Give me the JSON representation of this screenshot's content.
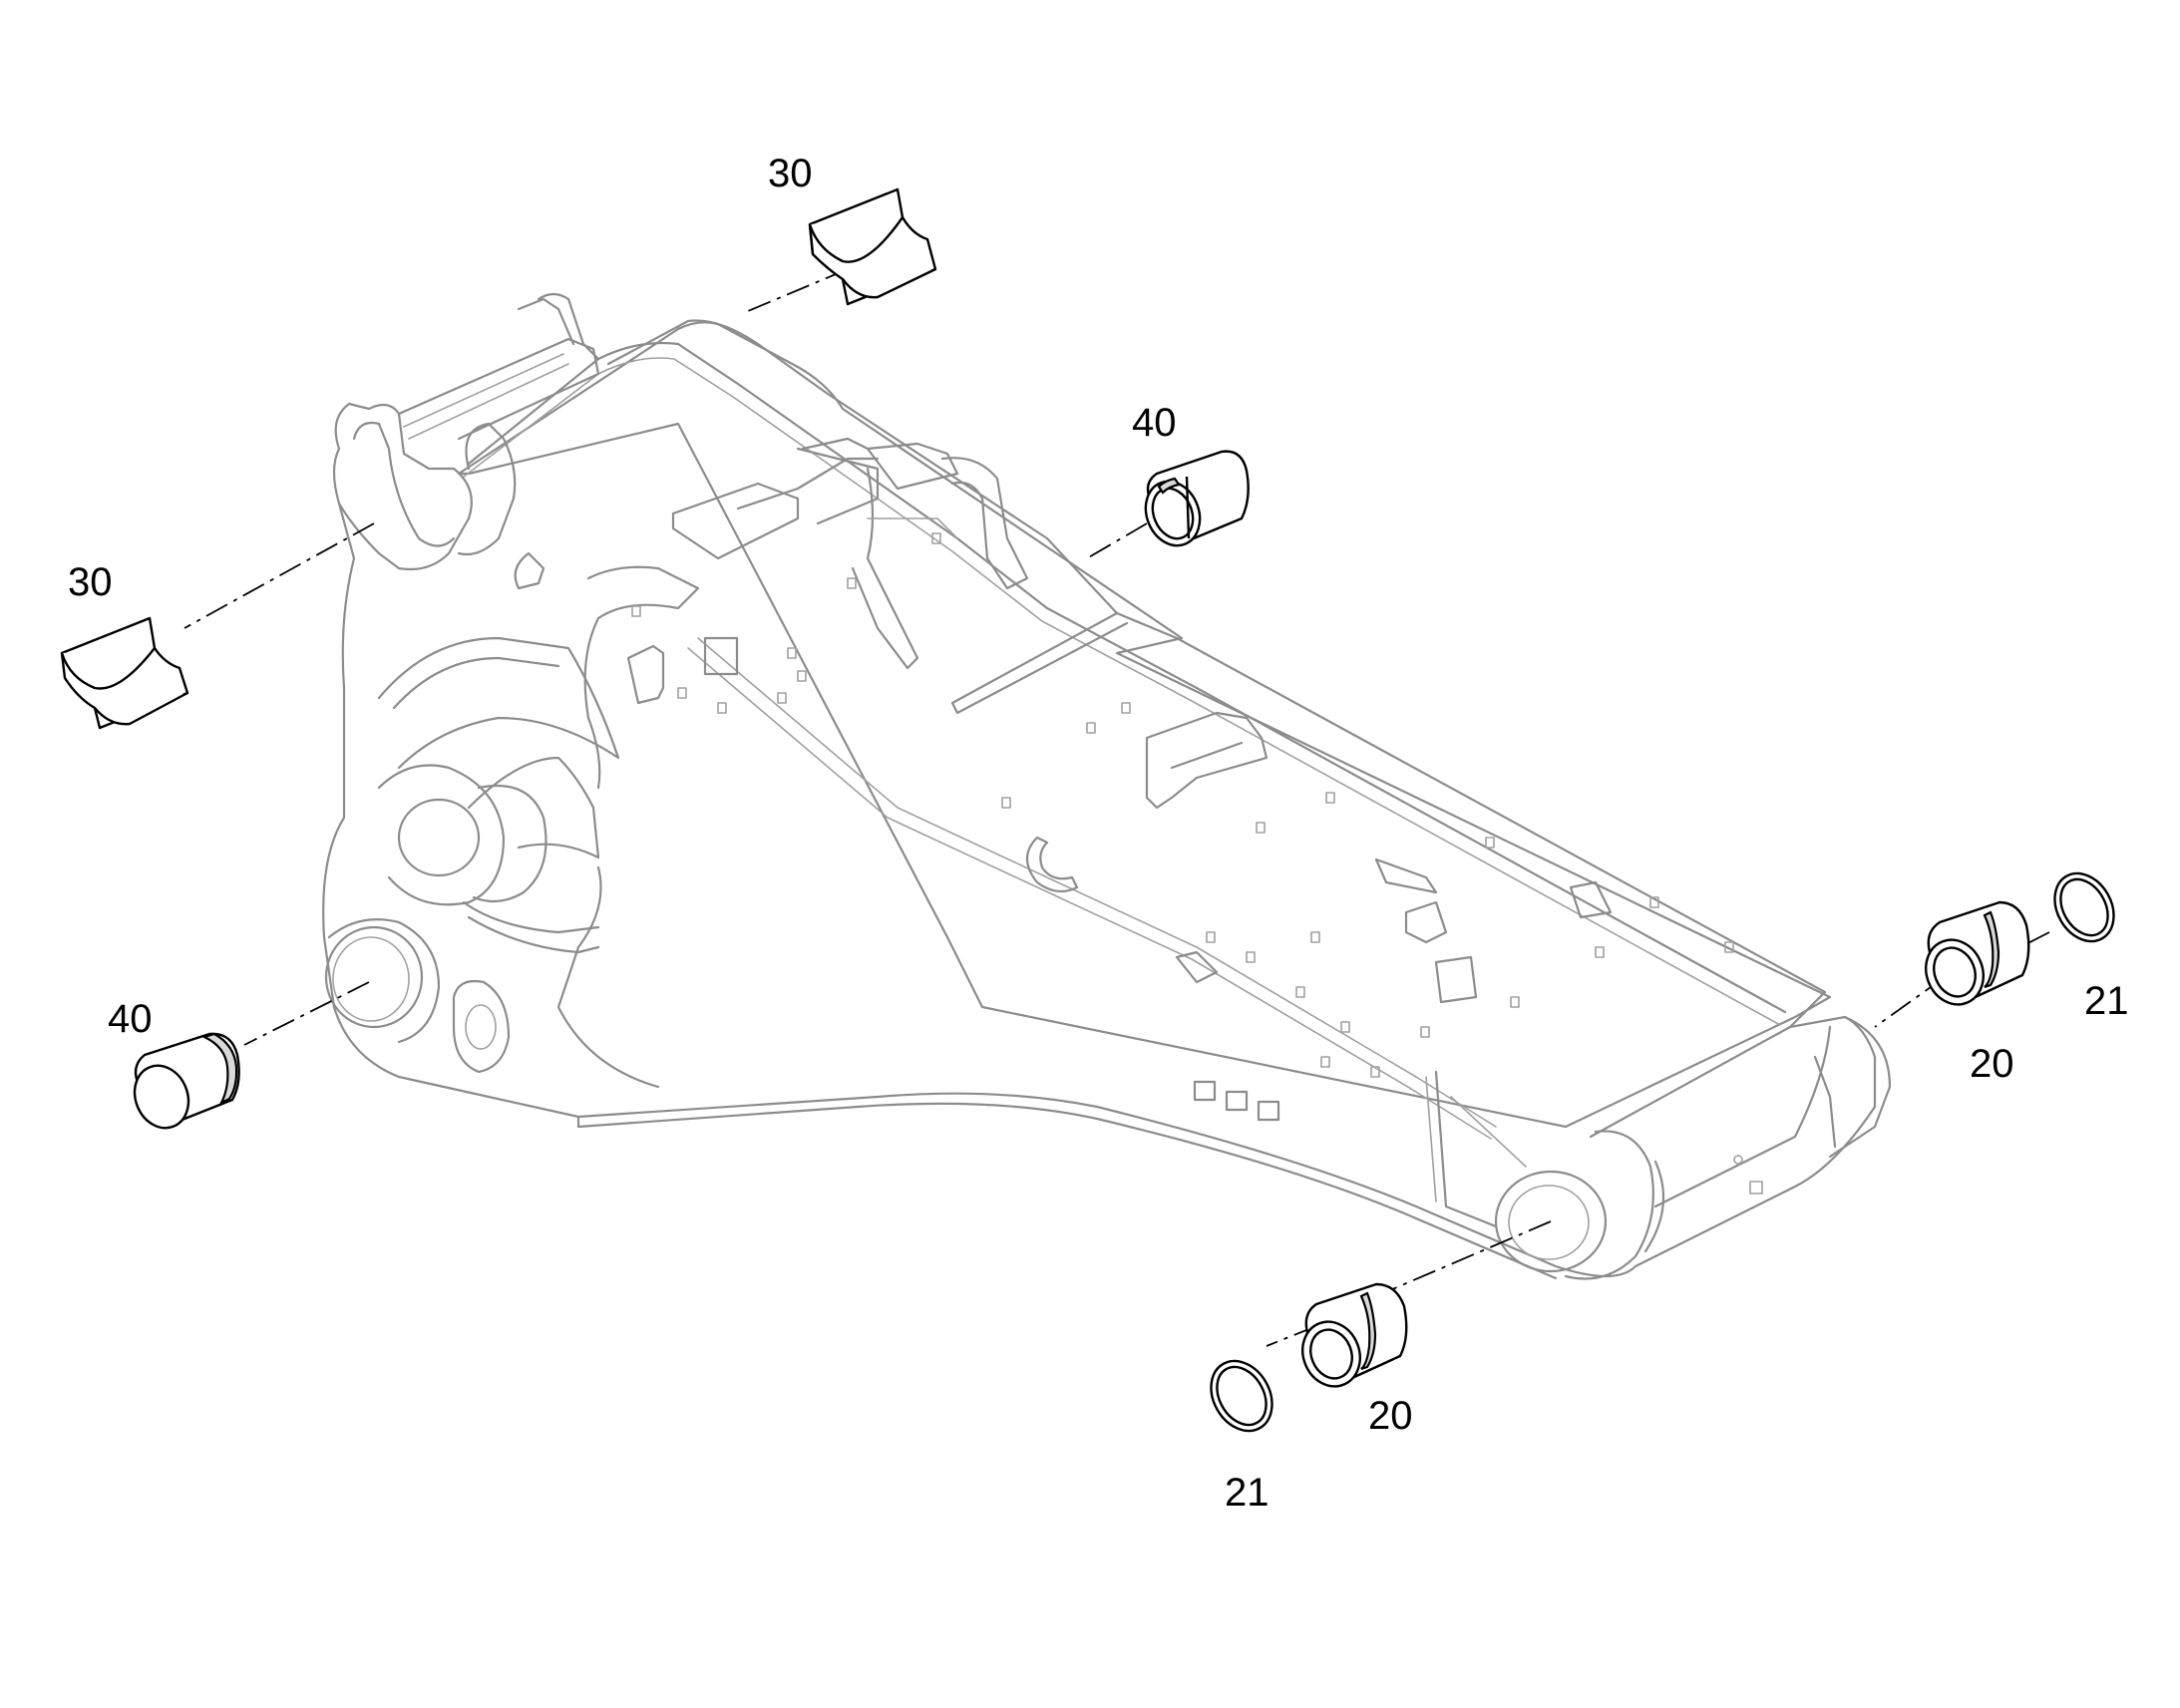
{
  "callouts": {
    "bearing_top": "30",
    "bearing_left": "30",
    "bushing_top": "40",
    "bushing_left": "40",
    "bushing_right": "20",
    "bushing_bottom": "20",
    "ring_right": "21",
    "ring_bottom": "21"
  },
  "colors": {
    "part_outline": "#000000",
    "body_outline": "#8c8c8c",
    "background": "#ffffff"
  }
}
